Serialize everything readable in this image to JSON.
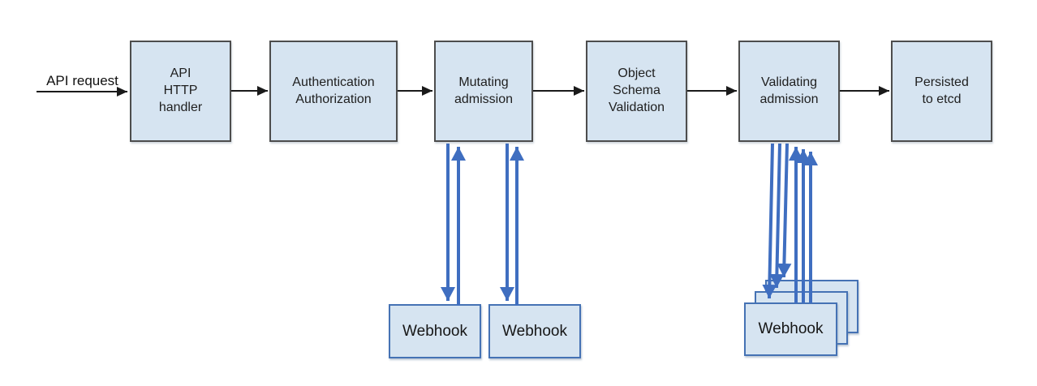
{
  "diagram": {
    "input_label": "API request",
    "stages": [
      {
        "id": "api-http-handler",
        "label": "API\nHTTP\nhandler"
      },
      {
        "id": "authentication-authorization",
        "label": "Authentication\nAuthorization"
      },
      {
        "id": "mutating-admission",
        "label": "Mutating\nadmission"
      },
      {
        "id": "object-schema-validation",
        "label": "Object\nSchema\nValidation"
      },
      {
        "id": "validating-admission",
        "label": "Validating\nadmission"
      },
      {
        "id": "persisted-to-etcd",
        "label": "Persisted\nto etcd"
      }
    ],
    "mutating_webhooks": [
      {
        "label": "Webhook"
      },
      {
        "label": "Webhook"
      }
    ],
    "validating_webhooks": [
      {
        "label": "Webhook"
      },
      {
        "label": "Webhook"
      },
      {
        "label": "Webhook"
      }
    ],
    "validating_webhook_stack_count": 3,
    "colors": {
      "box_fill": "#d6e4f1",
      "box_border": "#4d4d4d",
      "webhook_border": "#4572b4",
      "blue_arrow": "#3f6ec0",
      "black_arrow": "#1a1a1a"
    }
  }
}
